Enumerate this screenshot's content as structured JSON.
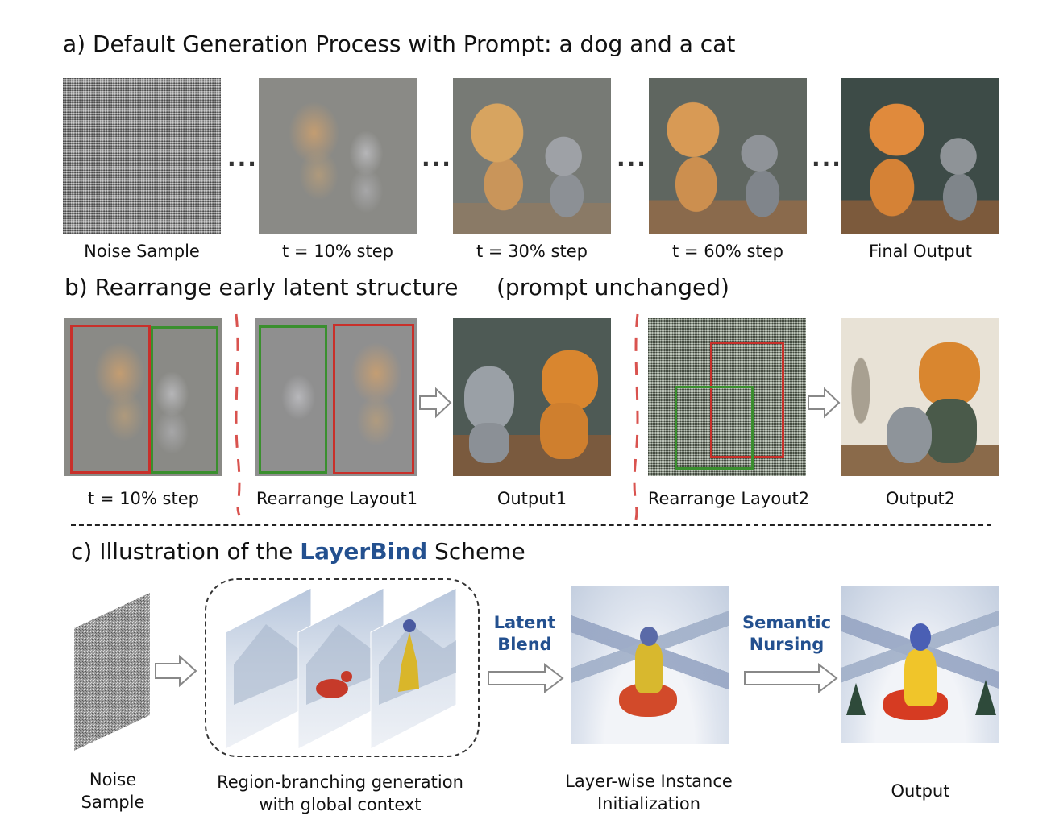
{
  "section_a": {
    "title": "a) Default Generation Process with Prompt: a dog and a cat",
    "steps": [
      {
        "label": "Noise Sample"
      },
      {
        "label": "t = 10% step"
      },
      {
        "label": "t = 30% step"
      },
      {
        "label": "t = 60% step"
      },
      {
        "label": "Final Output"
      }
    ],
    "ellipsis": "..."
  },
  "section_b": {
    "title": "b) Rearrange early latent structure",
    "note": "(prompt unchanged)",
    "captions": [
      "t = 10% step",
      "Rearrange Layout1",
      "Output1",
      "Rearrange Layout2",
      "Output2"
    ]
  },
  "section_c": {
    "title_prefix": "c) Illustration of the ",
    "title_highlight": "LayerBind",
    "title_suffix": " Scheme",
    "noise_caption": "Noise\nSample",
    "branch_caption": "Region-branching generation\nwith global context",
    "latent_blend": "Latent\nBlend",
    "init_caption": "Layer-wise Instance\nInitialization",
    "semantic_nursing": "Semantic\nNursing",
    "output_caption": "Output"
  },
  "colors": {
    "accent_blue": "#23508f",
    "box_red": "#c8302a",
    "box_green": "#3a8f2e",
    "divider_red": "#d9534f"
  }
}
